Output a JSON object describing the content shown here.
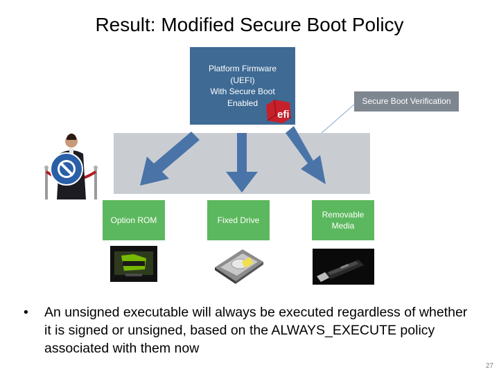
{
  "title": "Result: Modified Secure Boot Policy",
  "firmware": {
    "lines": [
      "Platform Firmware",
      "(UEFI)",
      "With Secure Boot",
      "Enabled"
    ]
  },
  "verification_label": "Secure Boot Verification",
  "targets": [
    {
      "label": "Option ROM"
    },
    {
      "label": "Fixed Drive"
    },
    {
      "label": "Removable\nMedia"
    }
  ],
  "bullet": "An unsigned executable will always be executed regardless of whether it is signed or unsigned, based on the ALWAYS_EXECUTE policy associated with them now",
  "page_number": "27",
  "colors": {
    "firmware": "#3e6a94",
    "band": "#c9cdd2",
    "arrow": "#4a74a8",
    "target": "#5cb85e",
    "label": "#7e8690"
  },
  "icons": [
    "efi-logo-icon",
    "security-guard-icon",
    "no-entry-icon",
    "graphics-card-icon",
    "hard-drive-icon",
    "usb-drive-icon"
  ]
}
